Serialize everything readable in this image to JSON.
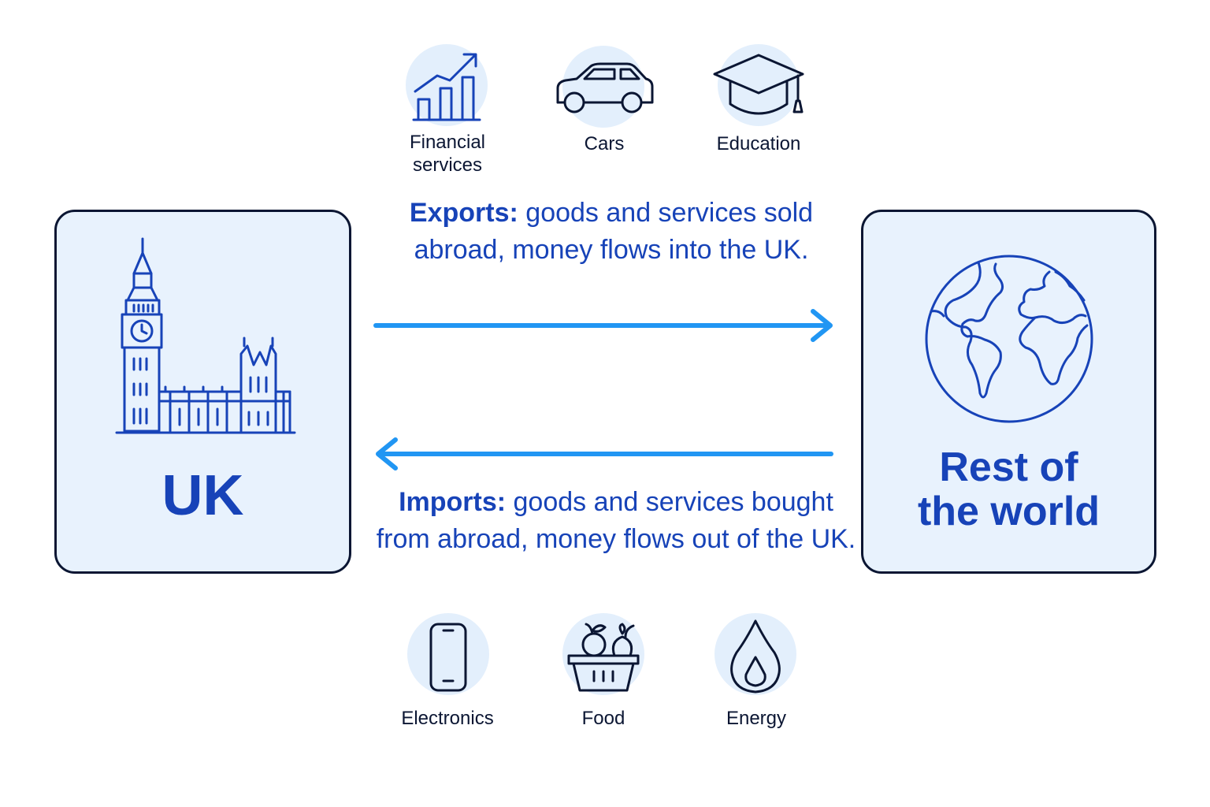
{
  "uk": {
    "label": "UK",
    "icon": "big-ben-parliament-icon"
  },
  "world": {
    "label": "Rest of\nthe world",
    "icon": "globe-icon"
  },
  "exports": {
    "lead": "Exports:",
    "text": " goods and services sold abroad, money flows into the UK.",
    "categories": [
      {
        "label": "Financial services",
        "icon": "financial-growth-chart-icon"
      },
      {
        "label": "Cars",
        "icon": "car-icon"
      },
      {
        "label": "Education",
        "icon": "graduation-cap-icon"
      }
    ]
  },
  "imports": {
    "lead": "Imports:",
    "text": " goods and services bought from abroad, money flows out of the UK.",
    "categories": [
      {
        "label": "Electronics",
        "icon": "smartphone-icon"
      },
      {
        "label": "Food",
        "icon": "food-basket-icon"
      },
      {
        "label": "Energy",
        "icon": "flame-icon"
      }
    ]
  },
  "colors": {
    "accent": "#1743b8",
    "arrow": "#2196f3",
    "box_fill": "#e8f2fd",
    "box_border": "#0b1633"
  }
}
